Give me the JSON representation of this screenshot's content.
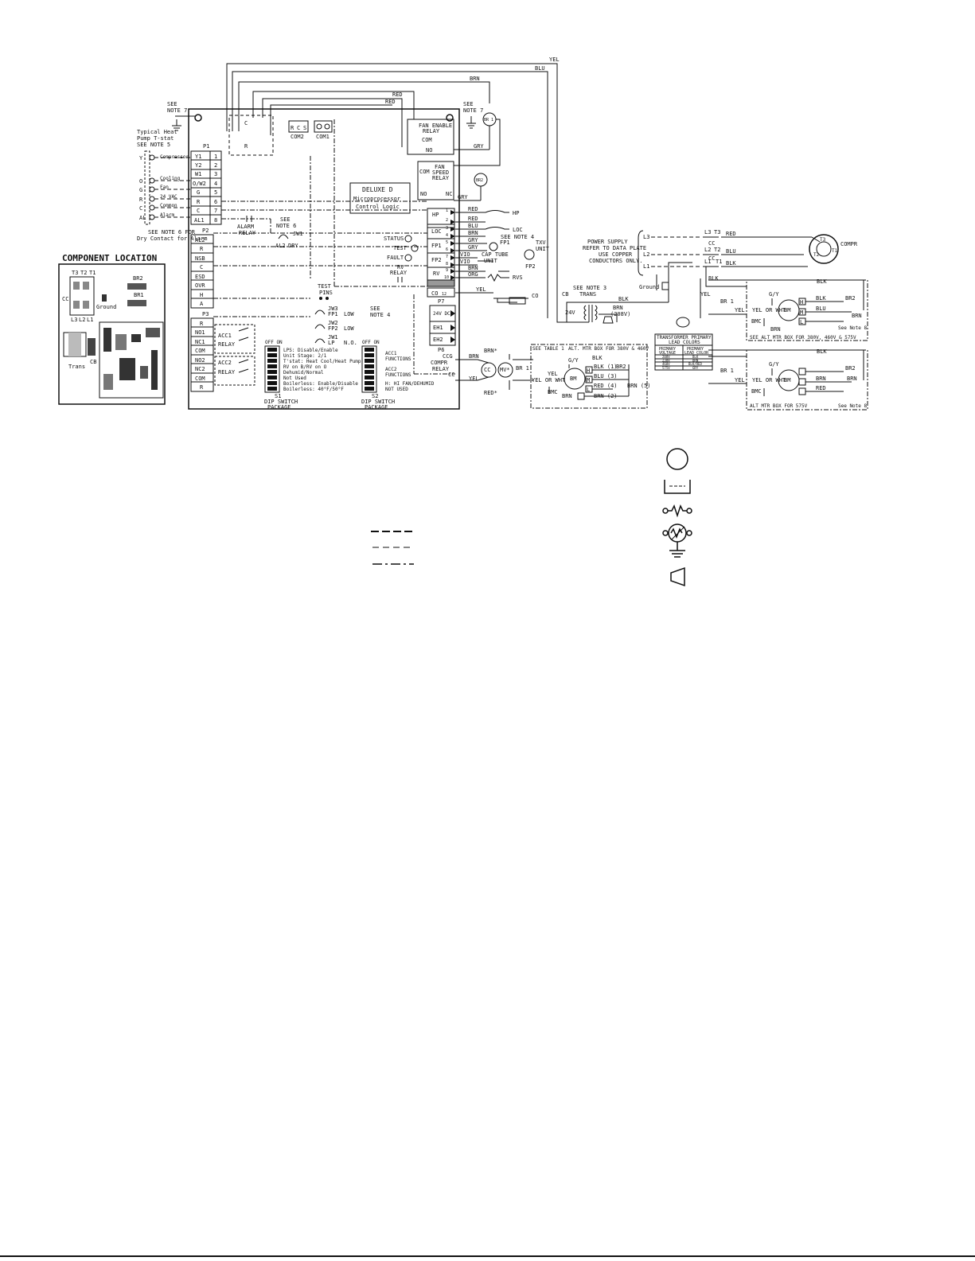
{
  "component_location": {
    "title": "COMPONENT LOCATION",
    "labels": [
      "T3",
      "T2",
      "T1",
      "CC",
      "Ground",
      "BR2",
      "BR1",
      "L3",
      "L2",
      "L1",
      "Trans",
      "CB"
    ]
  },
  "thermostat": {
    "title": [
      "Typical Heat",
      "Pump T-stat",
      "SEE NOTE 5"
    ],
    "terminals": [
      "Y",
      "O",
      "G",
      "R",
      "C",
      "AL"
    ],
    "functions": [
      "Compressor",
      "Cooling",
      "Fan",
      "24 VAC",
      "Common",
      "Alarm"
    ],
    "note": [
      "SEE NOTE 6 FOR",
      "Dry Contact for Alarm"
    ]
  },
  "notes": {
    "see_note_7": [
      "SEE",
      "NOTE 7"
    ],
    "see_note_7b": [
      "SEE",
      "NOTE 7"
    ],
    "see_note_6": [
      "SEE",
      "NOTE 6"
    ],
    "see_note_4": [
      "SEE",
      "NOTE 4"
    ],
    "see_note_3": "SEE NOTE 3",
    "see_note_4b": "SEE NOTE 4",
    "see_note_8a": "See Note 8",
    "see_note_8b": "See Note 8"
  },
  "control_board": {
    "title": [
      "DELUXE D",
      "Microprocessor",
      "Control Logic"
    ],
    "p1_label": "P1",
    "p1_terminals": [
      {
        "name": "Y1",
        "num": "1"
      },
      {
        "name": "Y2",
        "num": "2"
      },
      {
        "name": "W1",
        "num": "3"
      },
      {
        "name": "O/W2",
        "num": "4"
      },
      {
        "name": "G",
        "num": "5"
      },
      {
        "name": "R",
        "num": "6"
      },
      {
        "name": "C",
        "num": "7"
      },
      {
        "name": "AL1",
        "num": "8"
      }
    ],
    "p2_label": "P2",
    "p2_terminals": [
      "AL2",
      "R",
      "NSB",
      "C",
      "ESD",
      "OVR",
      "H",
      "A"
    ],
    "p3_label": "P3",
    "p3_terminals": [
      "R",
      "NO1",
      "NC1",
      "COM",
      "NO2",
      "NC2",
      "COM",
      "R"
    ],
    "relays": [
      "ACC1",
      "RELAY",
      "ACC2",
      "RELAY"
    ],
    "com2": "COM2",
    "com1": "COM1",
    "rcs": [
      "R",
      "C",
      "S"
    ],
    "fan_enable_relay": [
      "FAN ENABLE",
      "RELAY"
    ],
    "fan_speed_relay": [
      "FAN",
      "SPEED",
      "RELAY"
    ],
    "relay_contacts": [
      "COM",
      "NO",
      "COM",
      "NO",
      "NC"
    ],
    "cr": [
      "C",
      "R"
    ],
    "alarm_relay": [
      "ALARM",
      "RELAY"
    ],
    "jumpers": [
      "AL2",
      "DRY",
      "JW1"
    ],
    "test_pins": [
      "TEST",
      "PINS"
    ],
    "jw3": [
      "JW3",
      "FP1",
      "LOW"
    ],
    "jw2": [
      "JW2",
      "FP2",
      "LOW"
    ],
    "jw1": [
      "JW1",
      "LP",
      "N.O."
    ],
    "indicators": [
      "STATUS",
      "TEST",
      "FAULT"
    ],
    "rv_relay": [
      "RV",
      "RELAY"
    ],
    "right_terminals": [
      {
        "name": "HP",
        "nums": [
          "1",
          "2"
        ]
      },
      {
        "name": "LOC",
        "nums": [
          "3",
          "4"
        ]
      },
      {
        "name": "FP1",
        "nums": [
          "5",
          "6"
        ]
      },
      {
        "name": "FP2",
        "nums": [
          "7",
          "8"
        ]
      },
      {
        "name": "RV",
        "nums": [
          "9",
          "10"
        ]
      },
      {
        "name": "CO",
        "nums": [
          "12"
        ]
      }
    ],
    "p7": "P7",
    "p7_items": [
      "24V DC",
      "EH1",
      "EH2"
    ],
    "p6": "P6",
    "ccg": [
      "CCG",
      "CC"
    ]
  },
  "dip_s1": {
    "header": "OFF ON",
    "items": [
      "LPS: Disable/Enable",
      "Unit Stage: 2/1",
      "T'stat: Heat Cool/Heat Pump",
      "RV on B/RV on O",
      "Dehumid/Normal",
      "Not Used",
      "Boilerless: Enable/Disable",
      "Boilerless: 40°F/50°F"
    ],
    "label": [
      "S1",
      "DIP SWITCH",
      "PACKAGE"
    ]
  },
  "dip_s2": {
    "header": "OFF ON",
    "groups": [
      "ACC1",
      "FUNCTIONS",
      "ACC2",
      "FUNCTIONS",
      "H: HI FAN/DEHUMID",
      "NOT USED"
    ],
    "label": [
      "S2",
      "DIP SWITCH",
      "PACKAGE"
    ]
  },
  "wires": {
    "top": [
      "YEL",
      "BLU",
      "BRN",
      "RED",
      "RED"
    ],
    "colors_right": [
      "RED",
      "RED",
      "BLU",
      "BRN",
      "GRY",
      "GRY",
      "VIO",
      "VIO",
      "BRN",
      "ORG",
      "YEL",
      "GRY",
      "GRY"
    ],
    "device_labels": [
      "HP",
      "LOC",
      "FP1",
      "TXV",
      "UNIT",
      "CAP TUBE",
      "UNIT",
      "FP2",
      "RVS",
      "CO"
    ],
    "compr_relay": [
      "COMPR",
      "RELAY"
    ],
    "cc_mv": [
      "CC",
      "MV*"
    ],
    "brn_star": "BRN*",
    "red_star": "RED*",
    "br1": "BR 1",
    "br2": "BR2",
    "g_y": "G/Y",
    "yel_or_wht": "YEL OR WHT",
    "bmc": "BMC",
    "bm": "BM"
  },
  "power": {
    "title": [
      "POWER SUPPLY",
      "REFER TO DATA PLATE",
      "USE COPPER",
      "CONDUCTORS ONLY."
    ],
    "lines": [
      "L3",
      "L2",
      "L1"
    ],
    "cc_terms": [
      "L3",
      "T3",
      "L2",
      "T2",
      "L1",
      "T1",
      "CC"
    ],
    "wire_colors": [
      "RED",
      "BLU",
      "BLK"
    ],
    "compr": "COMPR",
    "ground": "Ground",
    "cb": "CB",
    "trans": "TRANS",
    "v24": "24V",
    "brn_208": [
      "BRN",
      "(208V)"
    ],
    "blk": "BLK"
  },
  "transformer_table": {
    "title": [
      "TRANSFORMER PRIMARY",
      "LEAD COLORS"
    ],
    "headers": [
      "PRIMARY",
      "VOLTAGE",
      "PRIMARY",
      "LEAD COLOR"
    ],
    "rows": [
      [
        "208V",
        "BLK"
      ],
      [
        "230V",
        "BRN"
      ],
      [
        "460V",
        "BLK/RED"
      ],
      [
        "575V",
        "GRY"
      ]
    ]
  },
  "motor_boxes": {
    "alt_380_460": "ALT. MTR BOX FOR 380V & 460V",
    "see_table_1": "SEE TABLE 1",
    "alt_380_460_575": "SEE ALT MTR BOX FOR 380V, 460V & 575V",
    "alt_575": "ALT MTR BOX FOR 575V",
    "speeds": [
      "H",
      "M",
      "L"
    ],
    "leads": [
      "BLK (1)",
      "BLU (3)",
      "RED (4)",
      "BRN (2)",
      "BRN (5)"
    ]
  },
  "legend": {
    "symbols": [
      "relay-coil",
      "condensate-sensor",
      "thermistor",
      "temp-switch",
      "ground",
      "fuse"
    ]
  }
}
